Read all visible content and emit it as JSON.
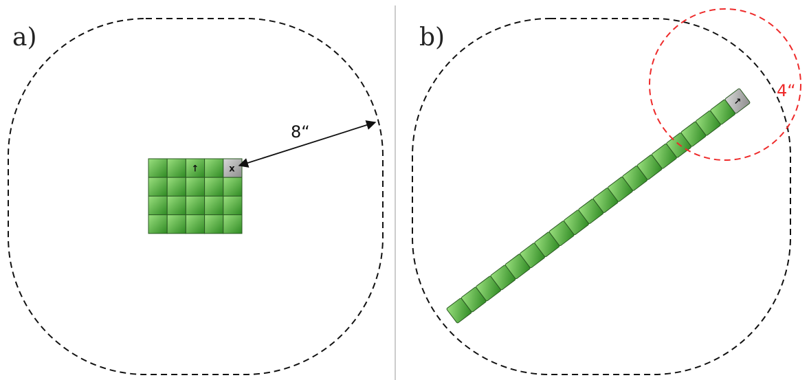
{
  "panels": [
    {
      "label": "a)",
      "grid": {
        "rows": 4,
        "cols": 5
      },
      "dimension_label": "8“",
      "marker_glyph": "x",
      "direction_glyph": "↑"
    },
    {
      "label": "b)",
      "chain_length": 20,
      "dimension_label": "4“",
      "direction_glyph": "↗"
    }
  ],
  "colors": {
    "module_light": "#9be07f",
    "module_dark": "#2f8a23",
    "module_border": "#2a5a22",
    "marker_module": "#a6a6a6",
    "outline": "#111111",
    "highlight": "#ee2a2a",
    "divider": "#bcbcbc"
  }
}
